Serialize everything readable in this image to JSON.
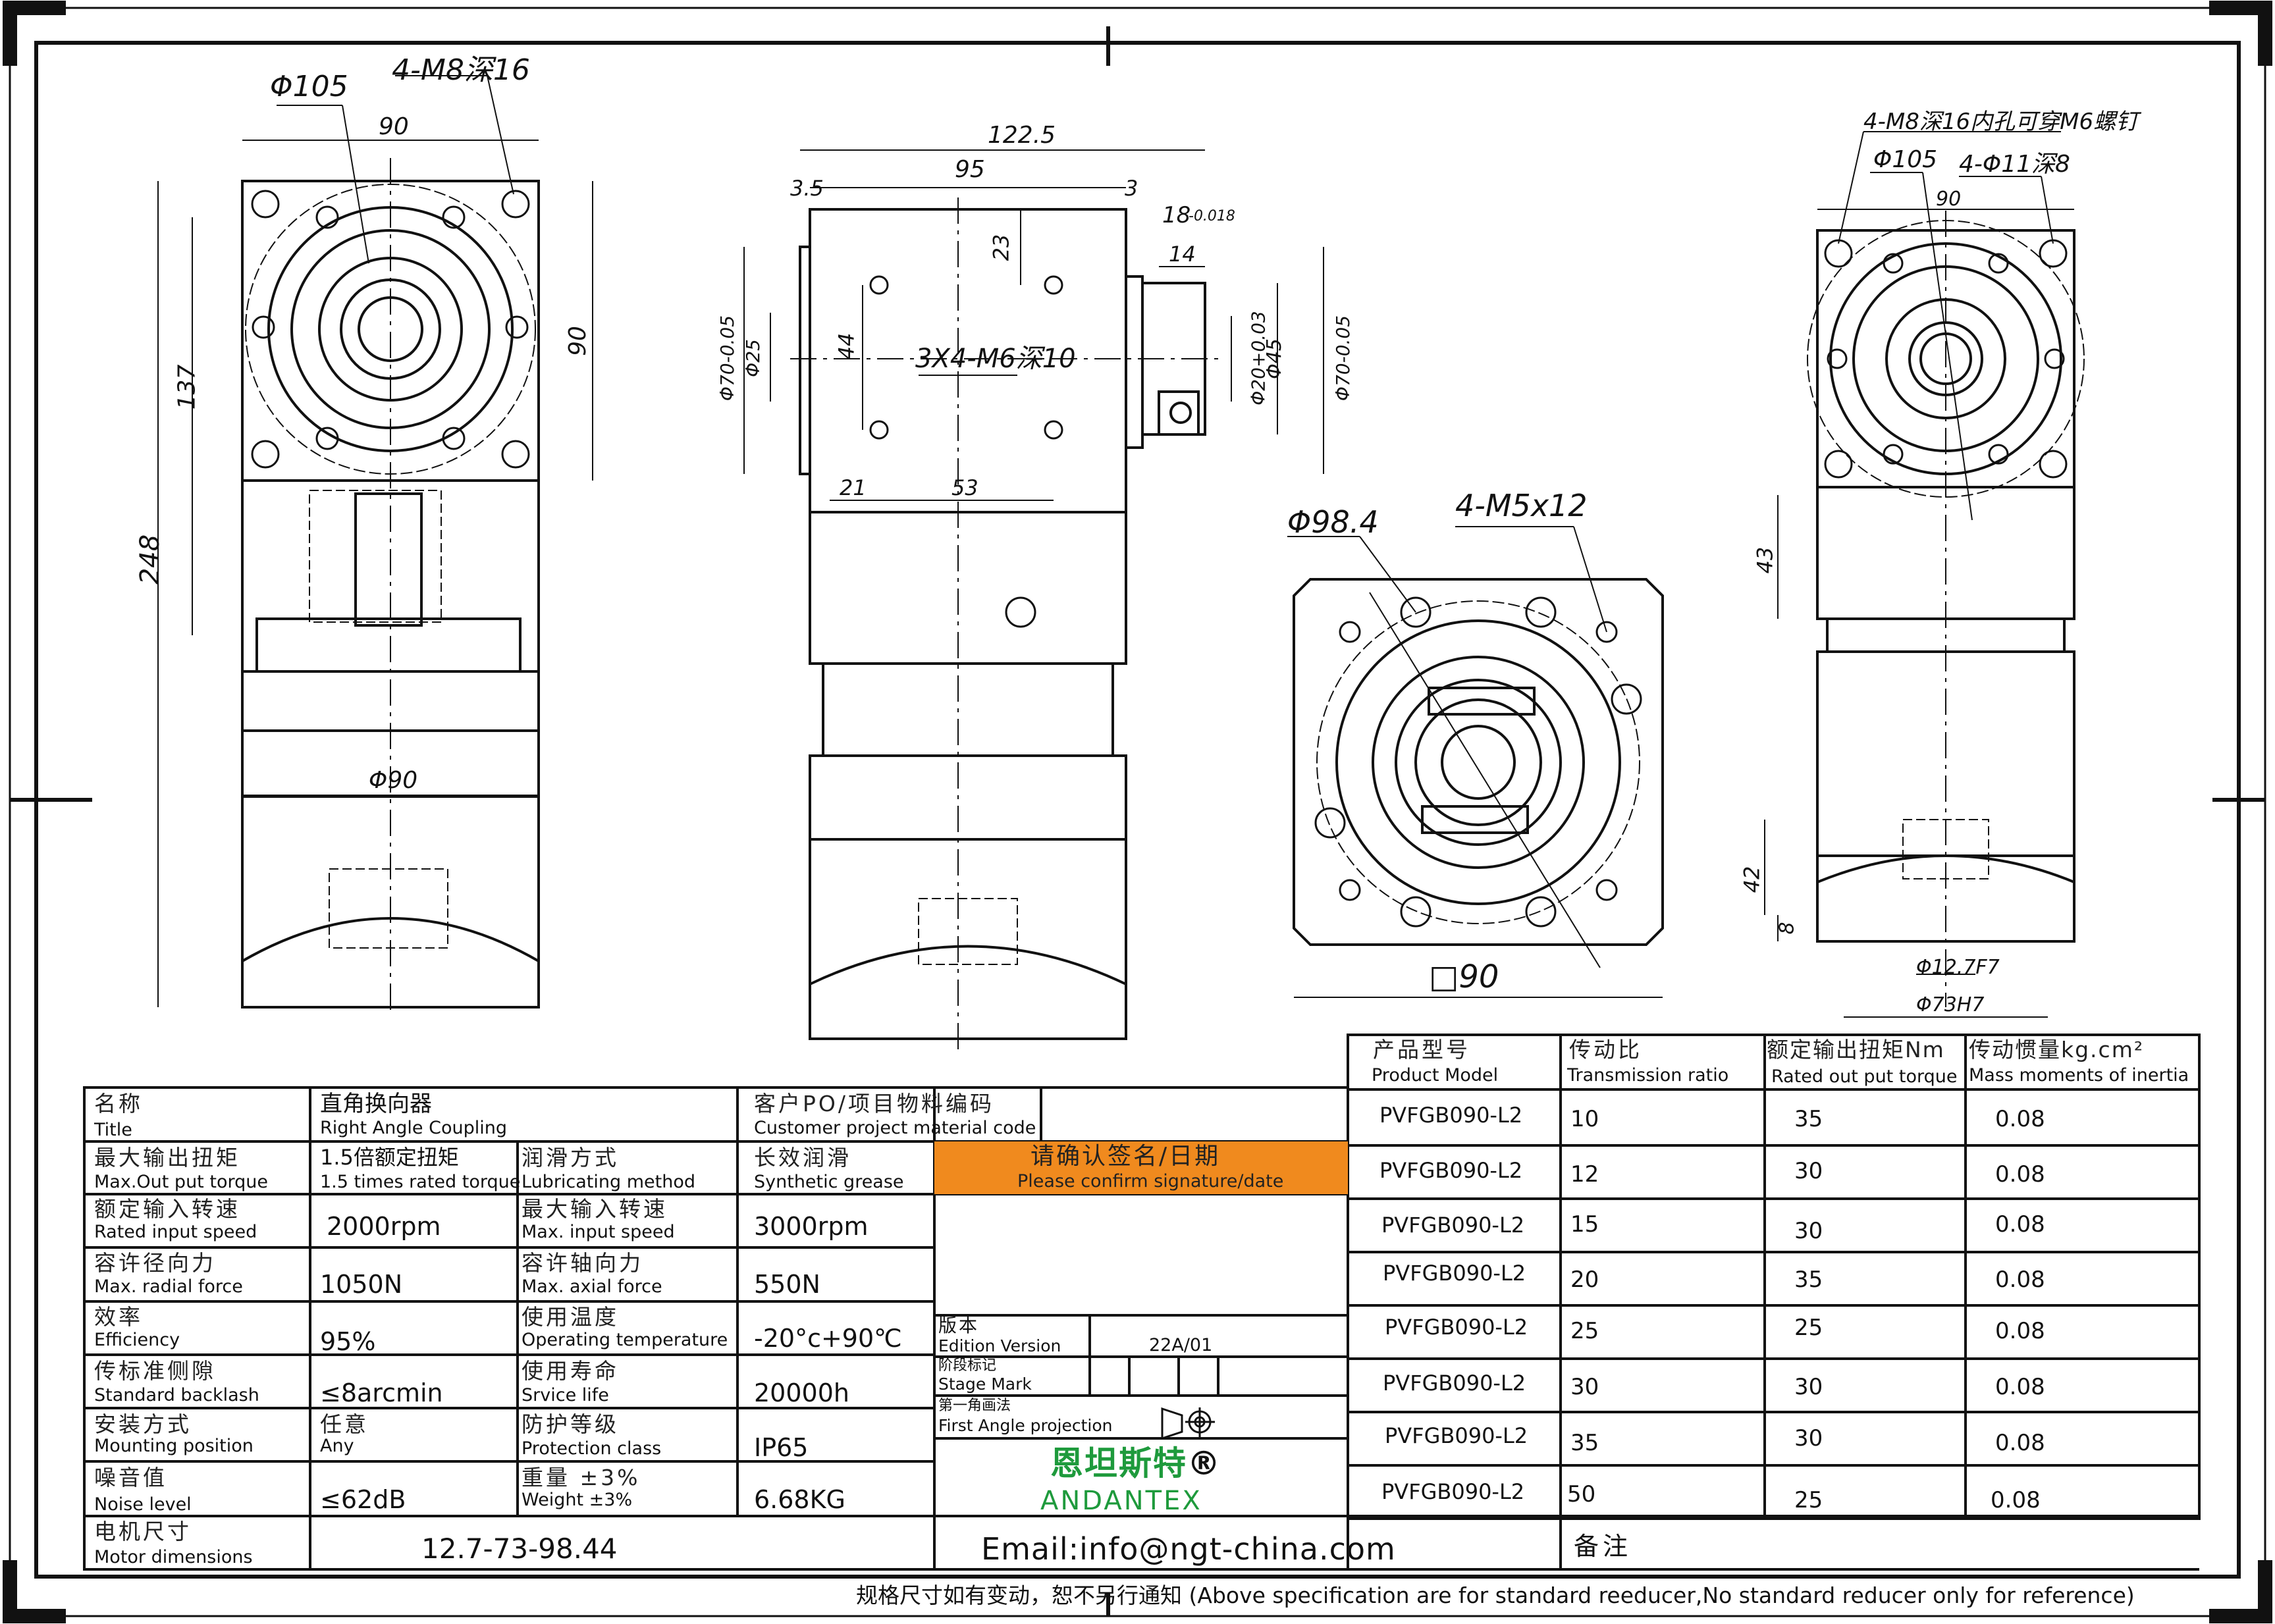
{
  "drawing": {
    "front_view": {
      "bolt_circle": "Φ105",
      "thread": "4-M8深16",
      "width_top": "90",
      "height_right": "90",
      "height_137": "137",
      "height_248": "248",
      "pilot_dia": "Φ90"
    },
    "side_view": {
      "len_122_5": "122.5",
      "len_95": "95",
      "len_3_5": "3.5",
      "len_3": "3",
      "shaft_keyway": "18",
      "keyway_tol": "-0.018",
      "key_14": "14",
      "dim_23": "23",
      "dim_44": "44",
      "holes": "3X4-M6深10",
      "dim_21": "21",
      "dim_53": "53",
      "dia_70_left": "Φ70-0.05",
      "dia_25": "Φ25",
      "dia_20": "Φ20+0.03",
      "dia_45": "Φ45",
      "dia_70_right": "Φ70-0.05"
    },
    "bottom_view": {
      "dia_98_4": "Φ98.4",
      "thread": "4-M5x12",
      "square": "90"
    },
    "right_view": {
      "note": "4-M8深16内孔可穿M6螺钉",
      "dia_105": "Φ105",
      "holes": "4-Φ11深8",
      "width_90": "90",
      "dim_43": "43",
      "dim_42": "42",
      "dim_8": "8",
      "dia_12_7": "Φ12.7F7",
      "dia_73": "Φ73H7"
    }
  },
  "spec_table": {
    "title": {
      "cn": "名称",
      "en": "Title",
      "value": "直角换向器",
      "value_en": "Right Angle Coupling"
    },
    "customer": {
      "cn": "客户PO/项目物料编码",
      "en": "Customer project material code"
    },
    "rows": [
      {
        "l_cn": "最大输出扭矩",
        "l_en": "Max.Out put torque",
        "l_val_cn": "1.5倍额定扭矩",
        "l_val_en": "1.5 times rated torque",
        "r_cn": "润滑方式",
        "r_en": "Lubricating method",
        "r_val_cn": "长效润滑",
        "r_val_en": "Synthetic grease"
      },
      {
        "l_cn": "额定输入转速",
        "l_en": "Rated input speed",
        "l_val": "2000rpm",
        "r_cn": "最大输入转速",
        "r_en": "Max. input speed",
        "r_val": "3000rpm"
      },
      {
        "l_cn": "容许径向力",
        "l_en": "Max. radial force",
        "l_val": "1050N",
        "r_cn": "容许轴向力",
        "r_en": "Max. axial force",
        "r_val": "550N"
      },
      {
        "l_cn": "效率",
        "l_en": "Efficiency",
        "l_val": "95%",
        "r_cn": "使用温度",
        "r_en": "Operating temperature",
        "r_val": "-20°c+90℃"
      },
      {
        "l_cn": "传标准侧隙",
        "l_en": "Standard backlash",
        "l_val": "≤8arcmin",
        "r_cn": "使用寿命",
        "r_en": "Srvice life",
        "r_val": "20000h"
      },
      {
        "l_cn": "安装方式",
        "l_en": "Mounting position",
        "l_val_cn": "任意",
        "l_val_en": "Any",
        "r_cn": "防护等级",
        "r_en": "Protection class",
        "r_val": "IP65"
      },
      {
        "l_cn": "噪音值",
        "l_en": "Noise level",
        "l_val": "≤62dB",
        "r_cn": "重量 ±3%",
        "r_en": "Weight ±3%",
        "r_val": "6.68KG"
      }
    ],
    "motor": {
      "cn": "电机尺寸",
      "en": "Motor dimensions",
      "value": "12.7-73-98.44"
    },
    "confirm": {
      "cn": "请确认签名/日期",
      "en": "Please confirm signature/date"
    },
    "edition": {
      "cn": "版本",
      "en": "Edition Version",
      "value": "22A/01"
    },
    "stage": {
      "cn": "阶段标记",
      "en": "Stage Mark"
    },
    "projection": {
      "cn": "第一角画法",
      "en": "First Angle projection"
    },
    "brand": {
      "cn": "恩坦斯特",
      "reg": "®",
      "en": "ANDANTEX"
    },
    "email": "Email:info@ngt-china.com",
    "remark": "备注",
    "footer": "规格尺寸如有变动，恕不另行通知  (Above specification are for standard reeducer,No standard reducer only for reference)"
  },
  "ratio_table": {
    "headers": [
      {
        "cn": "产品型号",
        "en": "Product Model"
      },
      {
        "cn": "传动比",
        "en": "Transmission ratio"
      },
      {
        "cn": "额定输出扭矩Nm",
        "en": "Rated out put torque"
      },
      {
        "cn": "传动惯量kg.cm²",
        "en": "Mass moments of inertia"
      }
    ],
    "rows": [
      {
        "model": "PVFGB090-L2",
        "ratio": "10",
        "torque": "35",
        "inertia": "0.08"
      },
      {
        "model": "PVFGB090-L2",
        "ratio": "12",
        "torque": "30",
        "inertia": "0.08"
      },
      {
        "model": "PVFGB090-L2",
        "ratio": "15",
        "torque": "30",
        "inertia": "0.08"
      },
      {
        "model": "PVFGB090-L2",
        "ratio": "20",
        "torque": "35",
        "inertia": "0.08"
      },
      {
        "model": "PVFGB090-L2",
        "ratio": "25",
        "torque": "25",
        "inertia": "0.08"
      },
      {
        "model": "PVFGB090-L2",
        "ratio": "30",
        "torque": "30",
        "inertia": "0.08"
      },
      {
        "model": "PVFGB090-L2",
        "ratio": "35",
        "torque": "30",
        "inertia": "0.08"
      },
      {
        "model": "PVFGB090-L2",
        "ratio": "50",
        "torque": "25",
        "inertia": "0.08"
      }
    ]
  },
  "colors": {
    "accent": "#F08A1E",
    "brand": "#1E9A3C",
    "line": "#111111"
  }
}
